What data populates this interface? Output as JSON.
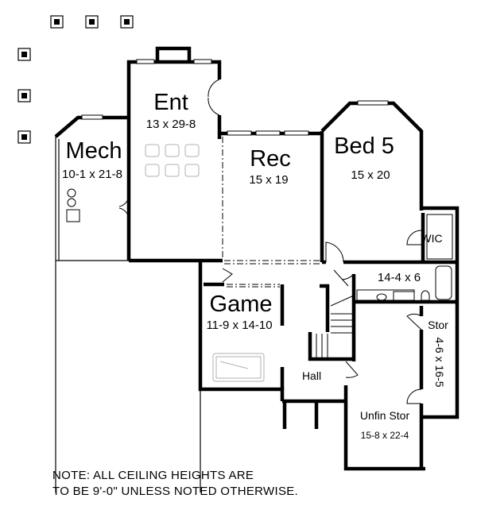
{
  "plan": {
    "rooms": [
      {
        "id": "ent",
        "name": "Ent",
        "size": "13 x 29-8"
      },
      {
        "id": "mech",
        "name": "Mech",
        "size": "10-1 x 21-8"
      },
      {
        "id": "rec",
        "name": "Rec",
        "size": "15 x 19"
      },
      {
        "id": "bed5",
        "name": "Bed 5",
        "size": "15 x 20"
      },
      {
        "id": "wic",
        "name": "WIC"
      },
      {
        "id": "bath",
        "size": "14-4 x 6"
      },
      {
        "id": "game",
        "name": "Game",
        "size": "11-9 x 14-10"
      },
      {
        "id": "hall",
        "name": "Hall"
      },
      {
        "id": "stor",
        "name": "Stor",
        "size": "4-6 x 16-5"
      },
      {
        "id": "unfin",
        "name": "Unfin Stor",
        "size": "15-8 x 22-4"
      }
    ],
    "note": {
      "line1": "NOTE:  ALL CEILING HEIGHTS ARE",
      "line2": "TO BE 9'-0\" UNLESS NOTED OTHERWISE."
    }
  },
  "colors": {
    "wall": "#000000",
    "furniture": "#b0b0b0"
  }
}
